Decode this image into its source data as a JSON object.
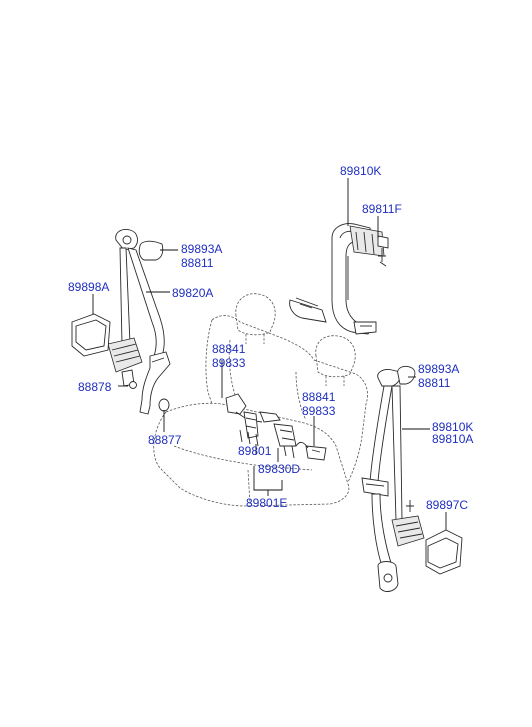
{
  "diagram": {
    "accent_color": "#1f2fbf",
    "parts": [
      {
        "id": "lbl-89810K-top",
        "text": "89810K"
      },
      {
        "id": "lbl-89811F",
        "text": "89811F"
      },
      {
        "id": "lbl-89893A-left",
        "text": "89893A"
      },
      {
        "id": "lbl-88811-left",
        "text": "88811"
      },
      {
        "id": "lbl-89898A",
        "text": "89898A"
      },
      {
        "id": "lbl-89820A",
        "text": "89820A"
      },
      {
        "id": "lbl-88841-left",
        "text": "88841"
      },
      {
        "id": "lbl-89833-left",
        "text": "89833"
      },
      {
        "id": "lbl-88878",
        "text": "88878"
      },
      {
        "id": "lbl-88877",
        "text": "88877"
      },
      {
        "id": "lbl-88841-mid",
        "text": "88841"
      },
      {
        "id": "lbl-89833-mid",
        "text": "89833"
      },
      {
        "id": "lbl-89801",
        "text": "89801"
      },
      {
        "id": "lbl-89830D",
        "text": "89830D"
      },
      {
        "id": "lbl-89801E",
        "text": "89801E"
      },
      {
        "id": "lbl-89893A-right",
        "text": "89893A"
      },
      {
        "id": "lbl-88811-right",
        "text": "88811"
      },
      {
        "id": "lbl-89810K-right",
        "text": "89810K"
      },
      {
        "id": "lbl-89810A",
        "text": "89810A"
      },
      {
        "id": "lbl-89897C",
        "text": "89897C"
      }
    ]
  }
}
